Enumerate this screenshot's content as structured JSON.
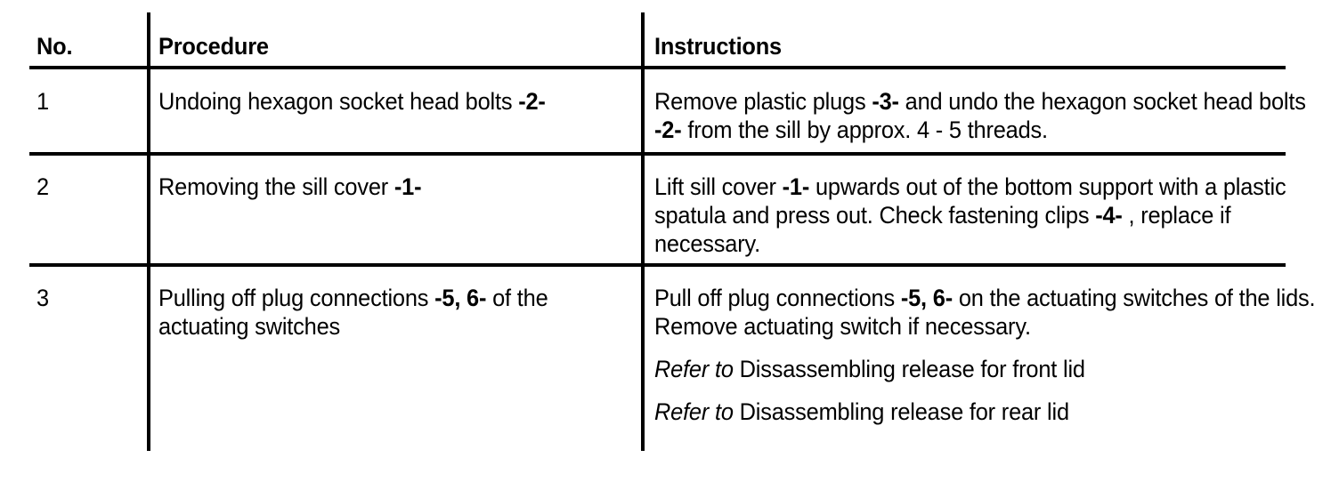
{
  "table": {
    "headers": {
      "no": "No.",
      "procedure": "Procedure",
      "instructions": "Instructions"
    },
    "rows": [
      {
        "no": "1",
        "procedure_pre": "Undoing hexagon socket head bolts ",
        "procedure_ref": "-2-",
        "procedure_post": "",
        "instructions": {
          "p1_a": "Remove plastic plugs ",
          "p1_ref1": "-3-",
          "p1_b": " and undo the hexagon socket head bolts ",
          "p1_ref2": "-2-",
          "p1_c": " from the sill by approx. 4 - 5 threads."
        }
      },
      {
        "no": "2",
        "procedure_pre": "Removing the sill cover ",
        "procedure_ref": "-1-",
        "procedure_post": "",
        "instructions": {
          "p1_a": "Lift sill cover ",
          "p1_ref1": "-1-",
          "p1_b": " upwards out of the bottom support with a plastic spatula and press out. Check fastening clips ",
          "p1_ref2": "-4-",
          "p1_c": " , replace if necessary."
        }
      },
      {
        "no": "3",
        "procedure_pre": "Pulling off plug connections ",
        "procedure_ref": "-5, 6-",
        "procedure_post": " of the actuating switches",
        "instructions": {
          "p1_a": "Pull off plug connections ",
          "p1_ref1": "-5, 6-",
          "p1_b": " on the actuating switches of the lids.",
          "p2": "Remove actuating switch if necessary.",
          "ref1_em": "Refer to",
          "ref1_text": " Dissassembling release for front lid",
          "ref2_em": "Refer to",
          "ref2_text": " Disassembling release for rear lid"
        }
      }
    ]
  },
  "colors": {
    "text": "#000000",
    "background": "#ffffff",
    "rule": "#000000"
  }
}
